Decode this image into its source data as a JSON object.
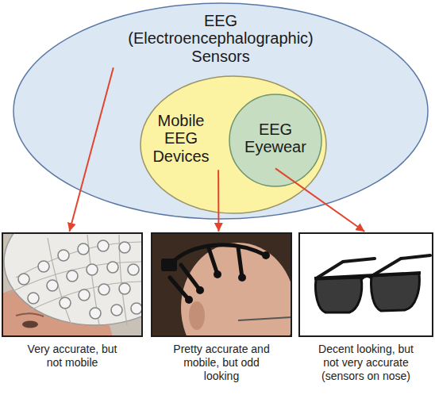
{
  "diagram": {
    "nodes": [
      {
        "text": [
          "EEG (Electroencephalographic) Sensors"
        ]
      },
      {
        "text": [
          "Mobile EEG Devices"
        ],
        "in": 0
      },
      {
        "text": [
          "EEG Eyewear"
        ],
        "in": 1
      },
      {
        "text": [
          "Very accurate, but not mobile"
        ]
      },
      {
        "text": [
          "Pretty accurate and mobile, but odd looking"
        ]
      },
      {
        "text": [
          "Decent looking, but not very accurate (sensors on nose)"
        ]
      }
    ],
    "edges": [
      {
        "from": 0,
        "to": 3,
        "arrow": "to"
      },
      {
        "from": 1,
        "to": 4,
        "arrow": "to"
      },
      {
        "from": 2,
        "to": 5,
        "arrow": "to"
      }
    ]
  }
}
